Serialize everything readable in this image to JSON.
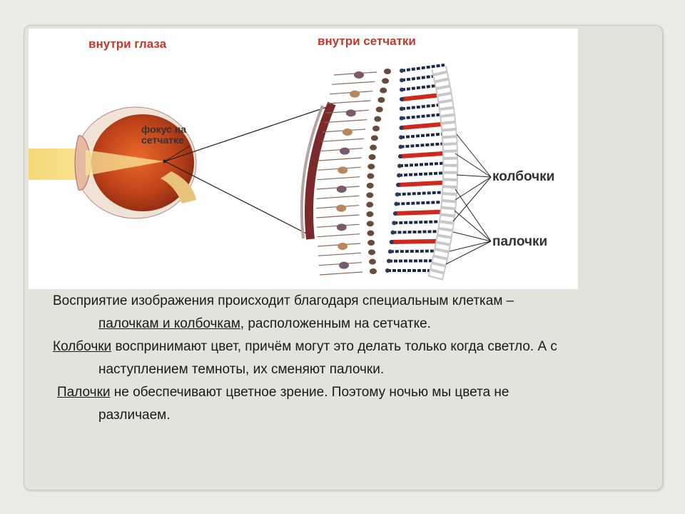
{
  "figure": {
    "label_inside_eye": "внутри глаза",
    "label_inside_retina": "внутри сетчатки",
    "label_focus_line1": "фокус на",
    "label_focus_line2": "сетчатке",
    "label_cones": "колбочки",
    "label_rods": "палочки"
  },
  "text": {
    "p1_line1": "Восприятие изображения происходит благодаря специальным клеткам –",
    "p1_line2_u": "палочкам и колбочкам",
    "p1_line2_rest": ", расположенным на сетчатке.",
    "p2_u": "Колбочки",
    "p2_line1_rest": " воспринимают цвет, причём могут это делать только когда светло. А с",
    "p2_line2": "наступлением темноты, их сменяют палочки.",
    "p3_u": "Палочки",
    "p3_line1_rest": " не обеспечивают цветное зрение. Поэтому ночью мы цвета не",
    "p3_line2": "различаем."
  },
  "colors": {
    "label_red": "#c0392b",
    "cone_red": "#d0281c",
    "cone_green": "#1f7a3a",
    "cone_blue": "#4a7fc9",
    "rod_dark": "#1c2a4a"
  }
}
